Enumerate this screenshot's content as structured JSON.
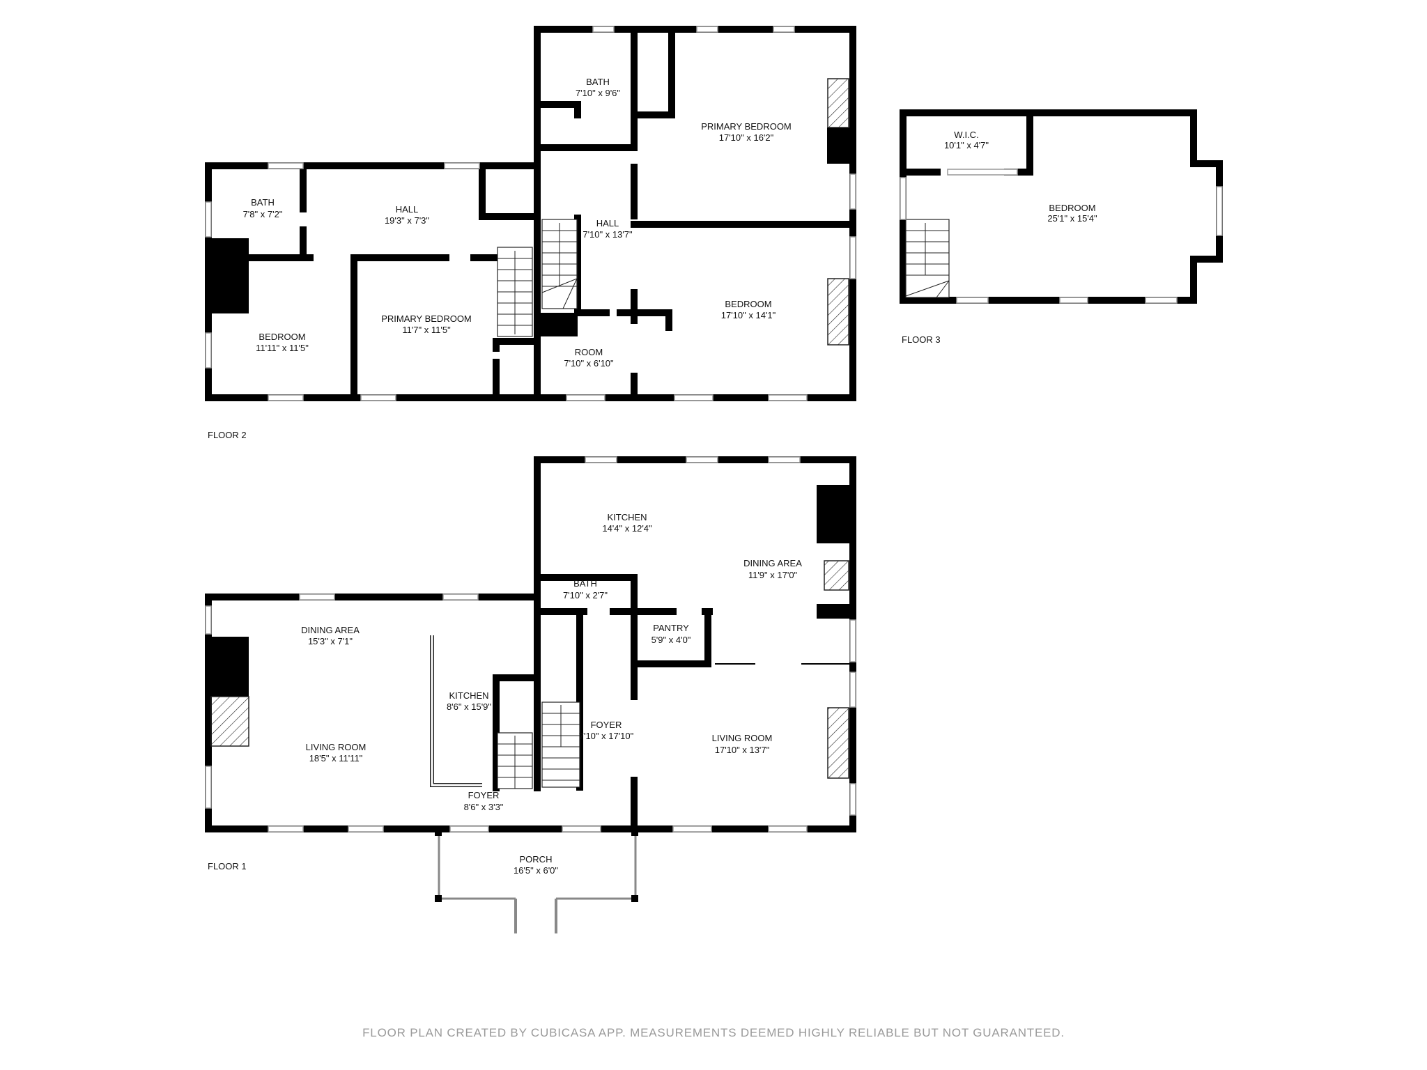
{
  "floors": [
    {
      "label": "FLOOR 2",
      "rooms": [
        {
          "name": "BATH",
          "dims": "7'8\" x 7'2\""
        },
        {
          "name": "HALL",
          "dims": "19'3\" x 7'3\""
        },
        {
          "name": "BATH",
          "dims": "7'10\" x 9'6\""
        },
        {
          "name": "PRIMARY BEDROOM",
          "dims": "17'10\" x 16'2\""
        },
        {
          "name": "HALL",
          "dims": "7'10\" x 13'7\""
        },
        {
          "name": "BEDROOM",
          "dims": "11'11\" x 11'5\""
        },
        {
          "name": "PRIMARY BEDROOM",
          "dims": "11'7\" x 11'5\""
        },
        {
          "name": "BEDROOM",
          "dims": "17'10\" x 14'1\""
        },
        {
          "name": "ROOM",
          "dims": "7'10\" x 6'10\""
        }
      ]
    },
    {
      "label": "FLOOR 3",
      "rooms": [
        {
          "name": "W.I.C.",
          "dims": "10'1\" x 4'7\""
        },
        {
          "name": "BEDROOM",
          "dims": "25'1\" x 15'4\""
        }
      ]
    },
    {
      "label": "FLOOR 1",
      "rooms": [
        {
          "name": "KITCHEN",
          "dims": "14'4\" x 12'4\""
        },
        {
          "name": "DINING AREA",
          "dims": "11'9\" x 17'0\""
        },
        {
          "name": "BATH",
          "dims": "7'10\" x 2'7\""
        },
        {
          "name": "PANTRY",
          "dims": "5'9\" x 4'0\""
        },
        {
          "name": "DINING AREA",
          "dims": "15'3\" x 7'1\""
        },
        {
          "name": "KITCHEN",
          "dims": "8'6\" x 15'9\""
        },
        {
          "name": "FOYER",
          "dims": "7'10\" x 17'10\""
        },
        {
          "name": "LIVING ROOM",
          "dims": "17'10\" x 13'7\""
        },
        {
          "name": "LIVING ROOM",
          "dims": "18'5\" x 11'11\""
        },
        {
          "name": "FOYER",
          "dims": "8'6\" x 3'3\""
        },
        {
          "name": "PORCH",
          "dims": "16'5\" x 6'0\""
        }
      ]
    }
  ],
  "footer": "FLOOR PLAN CREATED BY CUBICASA APP. MEASUREMENTS DEEMED HIGHLY RELIABLE BUT NOT GUARANTEED."
}
